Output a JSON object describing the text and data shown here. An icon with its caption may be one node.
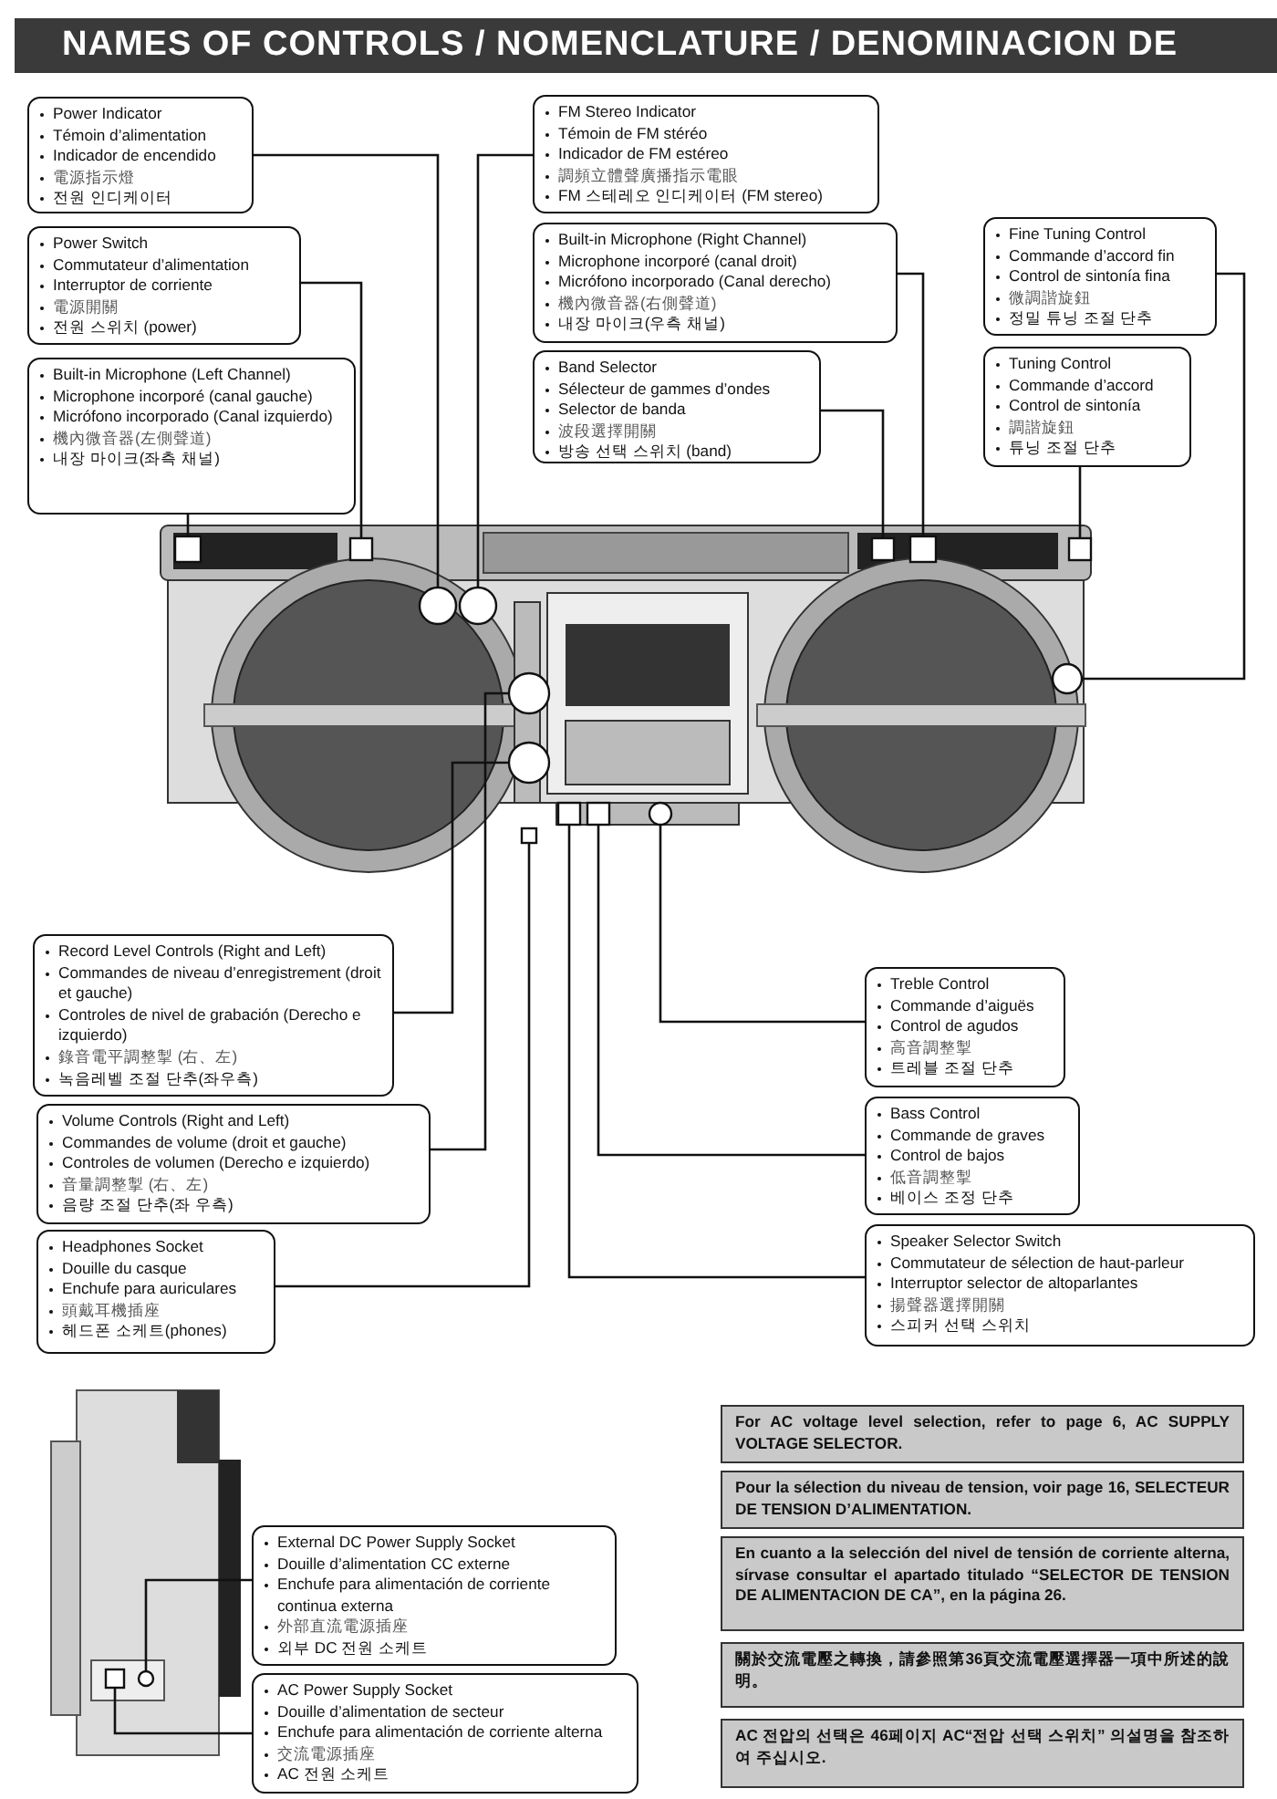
{
  "diagram": {
    "title": "NAMES OF CONTROLS / NOMENCLATURE / DENOMINACION DE",
    "nodes": [
      {
        "text": [
          "Power Indicator",
          "Témoin d’alimentation",
          "Indicador de encendido",
          "電源指示燈",
          "전원 인디케이터"
        ]
      },
      {
        "text": [
          "Power Switch",
          "Commutateur d’alimentation",
          "Interruptor de corriente",
          "電源開關",
          "전원 스위치 (power)"
        ]
      },
      {
        "text": [
          "Built-in Microphone (Left Channel)",
          "Microphone incorporé (canal gauche)",
          "Micrófono incorporado (Canal izquierdo)",
          "機內微音器(左側聲道)",
          "내장 마이크(좌측 채널)"
        ]
      },
      {
        "text": [
          "FM Stereo Indicator",
          "Témoin de FM stéréo",
          "Indicador de FM estéreo",
          "調頻立體聲廣播指示電眼",
          "FM 스테레오 인디케이터 (FM stereo)"
        ]
      },
      {
        "text": [
          "Built-in Microphone (Right Channel)",
          "Microphone incorporé (canal droit)",
          "Micrófono incorporado (Canal derecho)",
          "機內微音器(右側聲道)",
          "내장 마이크(우측 채널)"
        ]
      },
      {
        "text": [
          "Band Selector",
          "Sélecteur de gammes d’ondes",
          "Selector de banda",
          "波段選擇開關",
          "방송 선택 스위치 (band)"
        ]
      },
      {
        "text": [
          "Fine Tuning Control",
          "Commande d’accord fin",
          "Control de sintonía fina",
          "微調諧旋鈕",
          "정밀 튜닝 조절 단추"
        ]
      },
      {
        "text": [
          "Tuning Control",
          "Commande d’accord",
          "Control de sintonía",
          "調諧旋鈕",
          "튜닝 조절 단추"
        ]
      },
      {
        "text": [
          "Record Level Controls (Right and Left)",
          "Commandes de niveau d’enregistrement (droit et gauche)",
          "Controles de nivel de grabación (Derecho e izquierdo)",
          "錄音電平調整掣 (右、左)",
          "녹음레벨 조절 단추(좌우측)"
        ]
      },
      {
        "text": [
          "Volume Controls (Right and Left)",
          "Commandes de volume (droit et gauche)",
          "Controles de volumen (Derecho e izquierdo)",
          "音量調整掣 (右、左)",
          "음량 조절 단추(좌 우측)"
        ]
      },
      {
        "text": [
          "Headphones Socket",
          "Douille du casque",
          "Enchufe para auriculares",
          "頭戴耳機插座",
          "헤드폰 소케트(phones)"
        ]
      },
      {
        "text": [
          "Treble Control",
          "Commande d’aiguës",
          "Control de agudos",
          "高音調整掣",
          "트레블 조절 단추"
        ]
      },
      {
        "text": [
          "Bass Control",
          "Commande de graves",
          "Control de bajos",
          "低音調整掣",
          "베이스 조정 단추"
        ]
      },
      {
        "text": [
          "Speaker Selector Switch",
          "Commutateur de sélection de haut-parleur",
          "Interruptor selector de altoparlantes",
          "揚聲器選擇開關",
          "스피커 선택 스위치"
        ]
      },
      {
        "text": [
          "External DC Power Supply Socket",
          "Douille d’alimentation CC externe",
          "Enchufe para alimentación de corriente continua externa",
          "外部直流電源插座",
          "외부 DC 전원 소케트"
        ]
      },
      {
        "text": [
          "AC Power Supply Socket",
          "Douille d’alimentation de secteur",
          "Enchufe para alimentación de corriente alterna",
          "交流電源插座",
          "AC 전원 소케트"
        ]
      },
      {
        "text": [
          "For AC voltage level selection, refer to page 6, AC SUPPLY VOLTAGE SELECTOR."
        ]
      },
      {
        "text": [
          "Pour la sélection du niveau de tension, voir page 16, SELECTEUR DE TENSION D’ALIMENTATION."
        ]
      },
      {
        "text": [
          "En cuanto a la selección del nivel de tensión de corriente alterna, sírvase consultar el apartado titulado “SELECTOR DE TENSION DE ALIMENTACION DE CA”, en la página 26."
        ]
      },
      {
        "text": [
          "關於交流電壓之轉換，請參照第36頁交流電壓選擇器一項中所述的說明。"
        ]
      },
      {
        "text": [
          "AC 전압의 선택은 46페이지 AC“전압 선택 스위치” 의설명을 참조하여 주십시오."
        ]
      },
      {
        "text": [],
        "shape": "box"
      },
      {
        "text": [],
        "shape": "box"
      },
      {
        "text": [],
        "shape": "circle"
      },
      {
        "text": [],
        "shape": "circle"
      },
      {
        "text": [],
        "shape": "box"
      },
      {
        "text": [],
        "shape": "box"
      },
      {
        "text": [],
        "shape": "box"
      },
      {
        "text": [],
        "shape": "circle"
      },
      {
        "text": [],
        "shape": "circle"
      },
      {
        "text": [],
        "shape": "circle"
      },
      {
        "text": [],
        "shape": "box"
      },
      {
        "text": [],
        "shape": "box"
      },
      {
        "text": [],
        "shape": "box"
      },
      {
        "text": [],
        "shape": "circle"
      },
      {
        "text": [],
        "shape": "circle"
      },
      {
        "text": [],
        "shape": "box"
      }
    ],
    "edges": [
      {
        "from": 0,
        "to": 23,
        "arrow": "none"
      },
      {
        "from": 1,
        "to": 22,
        "arrow": "none"
      },
      {
        "from": 2,
        "to": 21,
        "arrow": "none"
      },
      {
        "from": 3,
        "to": 24,
        "arrow": "none"
      },
      {
        "from": 4,
        "to": 26,
        "arrow": "none"
      },
      {
        "from": 5,
        "to": 25,
        "arrow": "none"
      },
      {
        "from": 6,
        "to": 28,
        "arrow": "none"
      },
      {
        "from": 7,
        "to": 27,
        "arrow": "none"
      },
      {
        "from": 8,
        "to": 30,
        "arrow": "none"
      },
      {
        "from": 9,
        "to": 29,
        "arrow": "none"
      },
      {
        "from": 10,
        "to": 31,
        "arrow": "none"
      },
      {
        "from": 11,
        "to": 34,
        "arrow": "none"
      },
      {
        "from": 12,
        "to": 33,
        "arrow": "none"
      },
      {
        "from": 13,
        "to": 32,
        "arrow": "none"
      },
      {
        "from": 14,
        "to": 35,
        "arrow": "none"
      },
      {
        "from": 15,
        "to": 36,
        "arrow": "none"
      }
    ]
  }
}
